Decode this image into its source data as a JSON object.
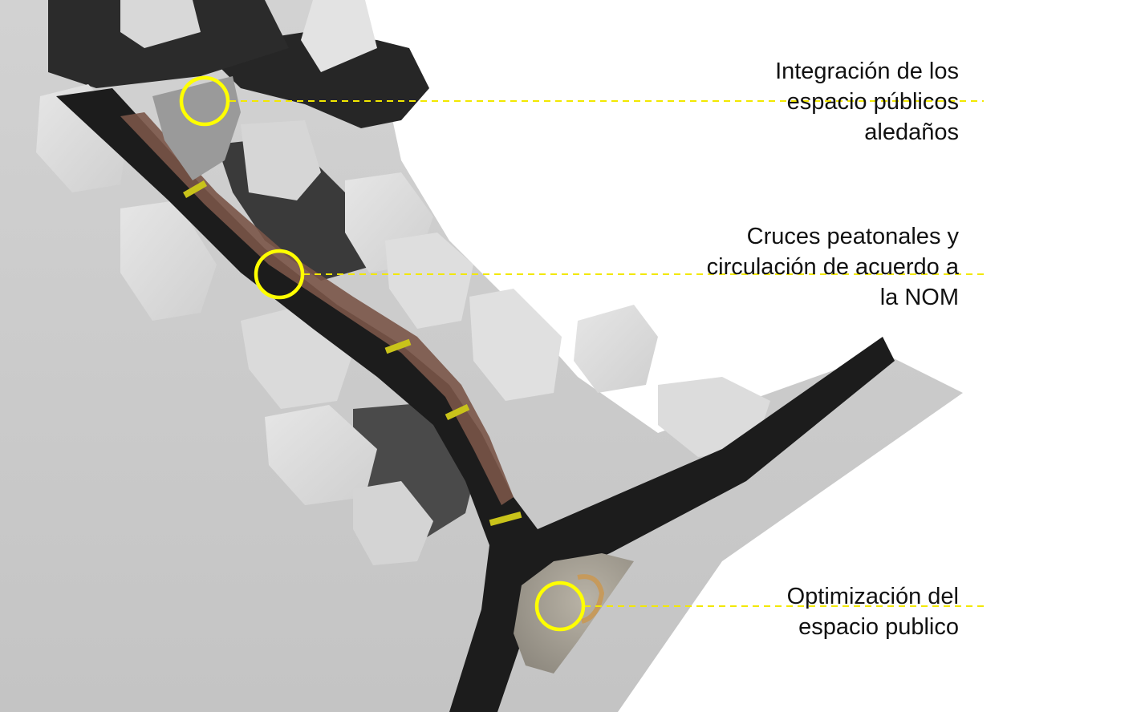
{
  "colors": {
    "highlight": "#ffff00",
    "leader": "#f2e800",
    "road": "#1c1c1c",
    "building": "#dcdcdc",
    "ground": "#c6c6c6",
    "paving": "#7a5548"
  },
  "annotations": [
    {
      "id": "integracion",
      "lines": [
        "Integración de los",
        "espacio públicos",
        "aledaños"
      ]
    },
    {
      "id": "cruces",
      "lines": [
        "Cruces peatonales y",
        "circulación de acuerdo a",
        "la NOM"
      ]
    },
    {
      "id": "optimizacion",
      "lines": [
        "Optimización del",
        "espacio publico"
      ]
    }
  ]
}
